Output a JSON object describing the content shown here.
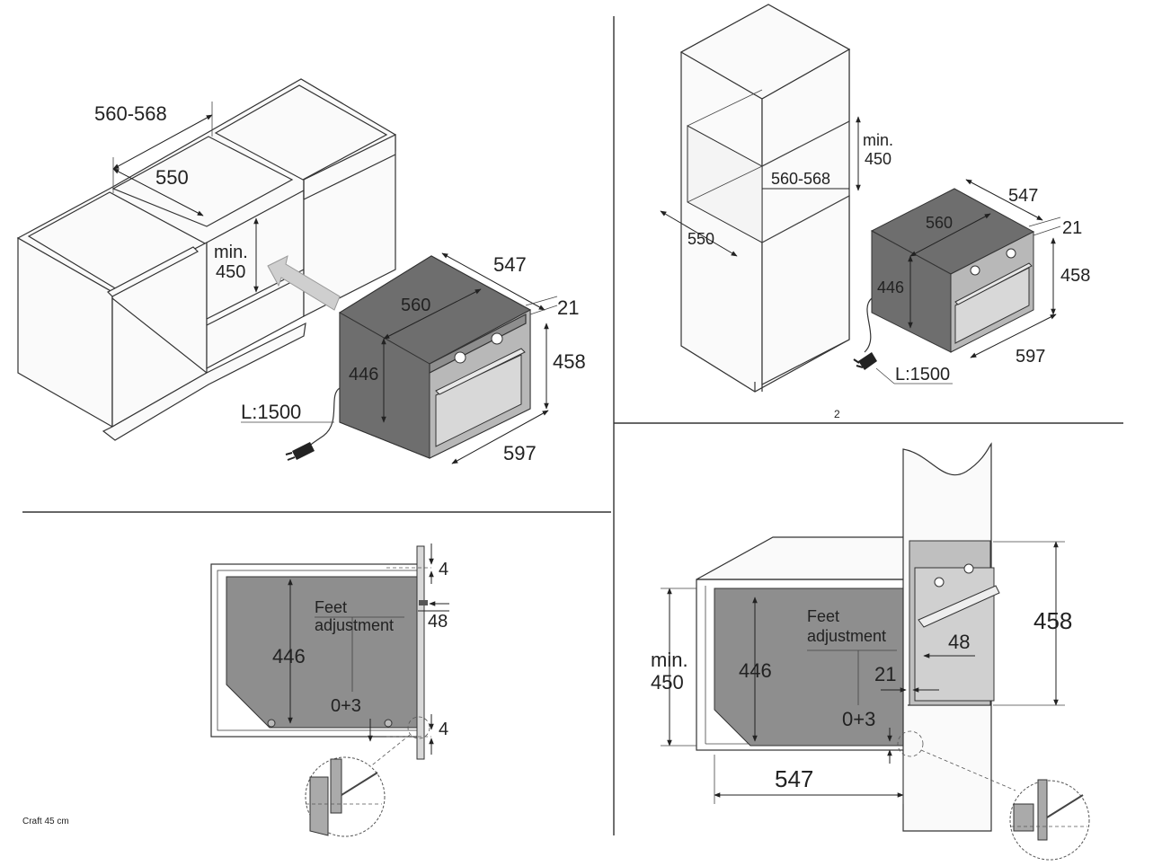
{
  "top_left": {
    "cabinet_width": "560-568",
    "cabinet_depth": "550",
    "min_label": "min.",
    "min_value": "450",
    "oven_depth": "547",
    "oven_width_inner": "560",
    "front_thickness": "21",
    "oven_height_inner": "446",
    "oven_height": "458",
    "oven_width": "597",
    "cable_length": "L:1500"
  },
  "top_right": {
    "min_label": "min.",
    "min_value": "450",
    "cabinet_width": "560-568",
    "cabinet_depth": "550",
    "oven_depth": "547",
    "oven_width_inner": "560",
    "front_thickness": "21",
    "oven_height_inner": "446",
    "oven_height": "458",
    "oven_width": "597",
    "cable_length": "L:1500",
    "page_number": "2"
  },
  "bottom_left": {
    "top_gap": "4",
    "feet_line1": "Feet",
    "feet_line2": "adjustment",
    "handle_depth": "48",
    "oven_height_inner": "446",
    "feet_range": "0+3",
    "bottom_gap": "4",
    "footer": "Craft 45 cm"
  },
  "bottom_right": {
    "feet_line1": "Feet",
    "feet_line2": "adjustment",
    "handle_depth": "48",
    "min_label": "min.",
    "min_value": "450",
    "oven_height_inner": "446",
    "oven_height": "458",
    "front_thickness": "21",
    "feet_range": "0+3",
    "oven_depth": "547"
  }
}
